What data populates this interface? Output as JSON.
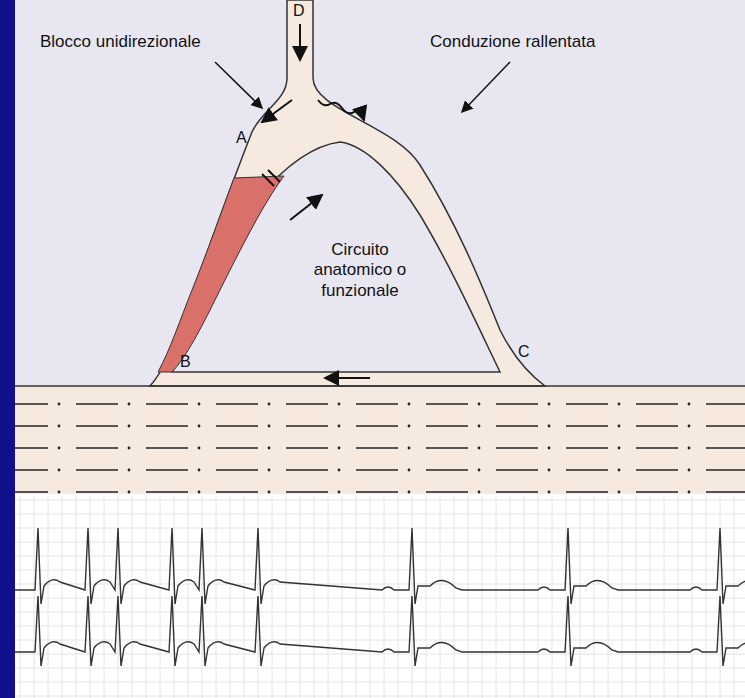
{
  "diagram": {
    "labels": [
      "D",
      "Blocco unidirezionale",
      "Conduzione rallentata",
      "A",
      "Circuito anatomico o funzionale",
      "B",
      "C"
    ]
  }
}
